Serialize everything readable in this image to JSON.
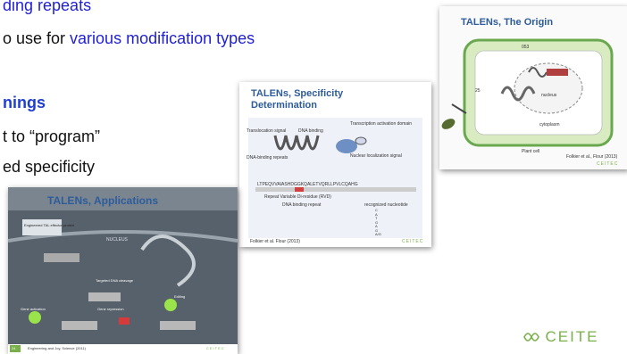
{
  "text": {
    "line1": "ding repeats",
    "line2_prefix": "o use for ",
    "line2_highlight": "various modification types",
    "heading": "nings",
    "line3": "t to “program”",
    "line4": "ed specificity"
  },
  "slides": {
    "origin": {
      "title": "TALENs, The Origin",
      "label_nucleus": "nucleus",
      "label_cytoplasm": "cytoplasm",
      "label_plant_cell": "Plant cell",
      "label_numbers_a": "053",
      "label_numbers_b": "25",
      "citation": "Folkier et al., Flour (2013)",
      "logo": "CEITEC"
    },
    "specificity": {
      "title_line1": "TALENs, Specificity",
      "title_line2": "Determination",
      "label_translocation": "Translocation signal",
      "label_dna_binding": "DNA binding",
      "label_nuclear": "Nuclear localization signal",
      "label_activation": "Transcription activation domain",
      "label_repeats": "DNA-binding repeats",
      "sequence": "LTPEQVVAIASHDGGKQALETVQRLLPVLCQAHG",
      "rvd_label": "Repeat Variable Di-residue (RVD)",
      "col_repeat": "DNA binding repeat",
      "col_nucleotide": "recognized nucleotide",
      "nucleotides": [
        "C",
        "A",
        "T",
        "G",
        "A",
        "G",
        "A/G"
      ],
      "citation": "Folkier et al. Flour (2013)",
      "logo": "CEITEC"
    },
    "applications": {
      "title": "TALENs, Applications",
      "label_engineered": "Engineered TAL effector protein",
      "label_nucleus": "NUCLEUS",
      "label_cleavage": "Targeted DNA cleavage",
      "label_activation": "Gene activation",
      "label_repression": "Gene repression",
      "label_editing": "Editing",
      "page_number": "24",
      "citation": "Engineering and Joy, Science (2011)",
      "logo": "CEITEC"
    }
  },
  "footer_logo": "CEITE",
  "colors": {
    "accent_blue": "#1f1fd6",
    "title_blue": "#2e5c9a",
    "ceitec_green": "#7ab04a"
  }
}
